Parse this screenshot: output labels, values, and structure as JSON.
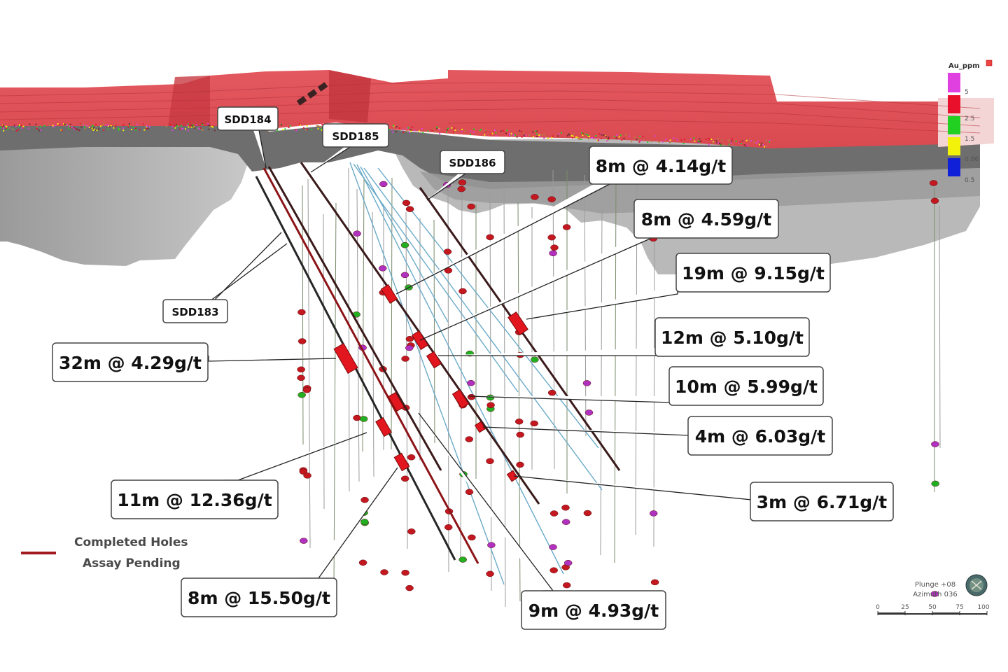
{
  "hole_labels": [
    "SDD184",
    "SDD185",
    "SDD186",
    "SDD183"
  ],
  "callouts": [
    "8m @ 4.14g/t",
    "8m @ 4.59g/t",
    "19m @ 9.15g/t",
    "12m @ 5.10g/t",
    "10m @ 5.99g/t",
    "4m @ 6.03g/t",
    "3m @ 6.71g/t",
    "32m @ 4.29g/t",
    "11m @ 12.36g/t",
    "8m @ 15.50g/t",
    "9m @ 4.93g/t"
  ],
  "legend": {
    "line_label_1": "Completed Holes",
    "line_label_2": "Assay Pending"
  },
  "color_scale": {
    "title": "Au_ppm",
    "ticks": [
      "5",
      "2.5",
      "1.5",
      "0.86",
      "0.5"
    ],
    "colors": [
      "#e040e0",
      "#e8102a",
      "#22d022",
      "#f2f20a",
      "#1020d8"
    ]
  },
  "orientation": {
    "plunge": "Plunge +08",
    "azimuth": "Azimuth 036",
    "scale_ticks": [
      "0",
      "25",
      "50",
      "75",
      "100"
    ]
  }
}
